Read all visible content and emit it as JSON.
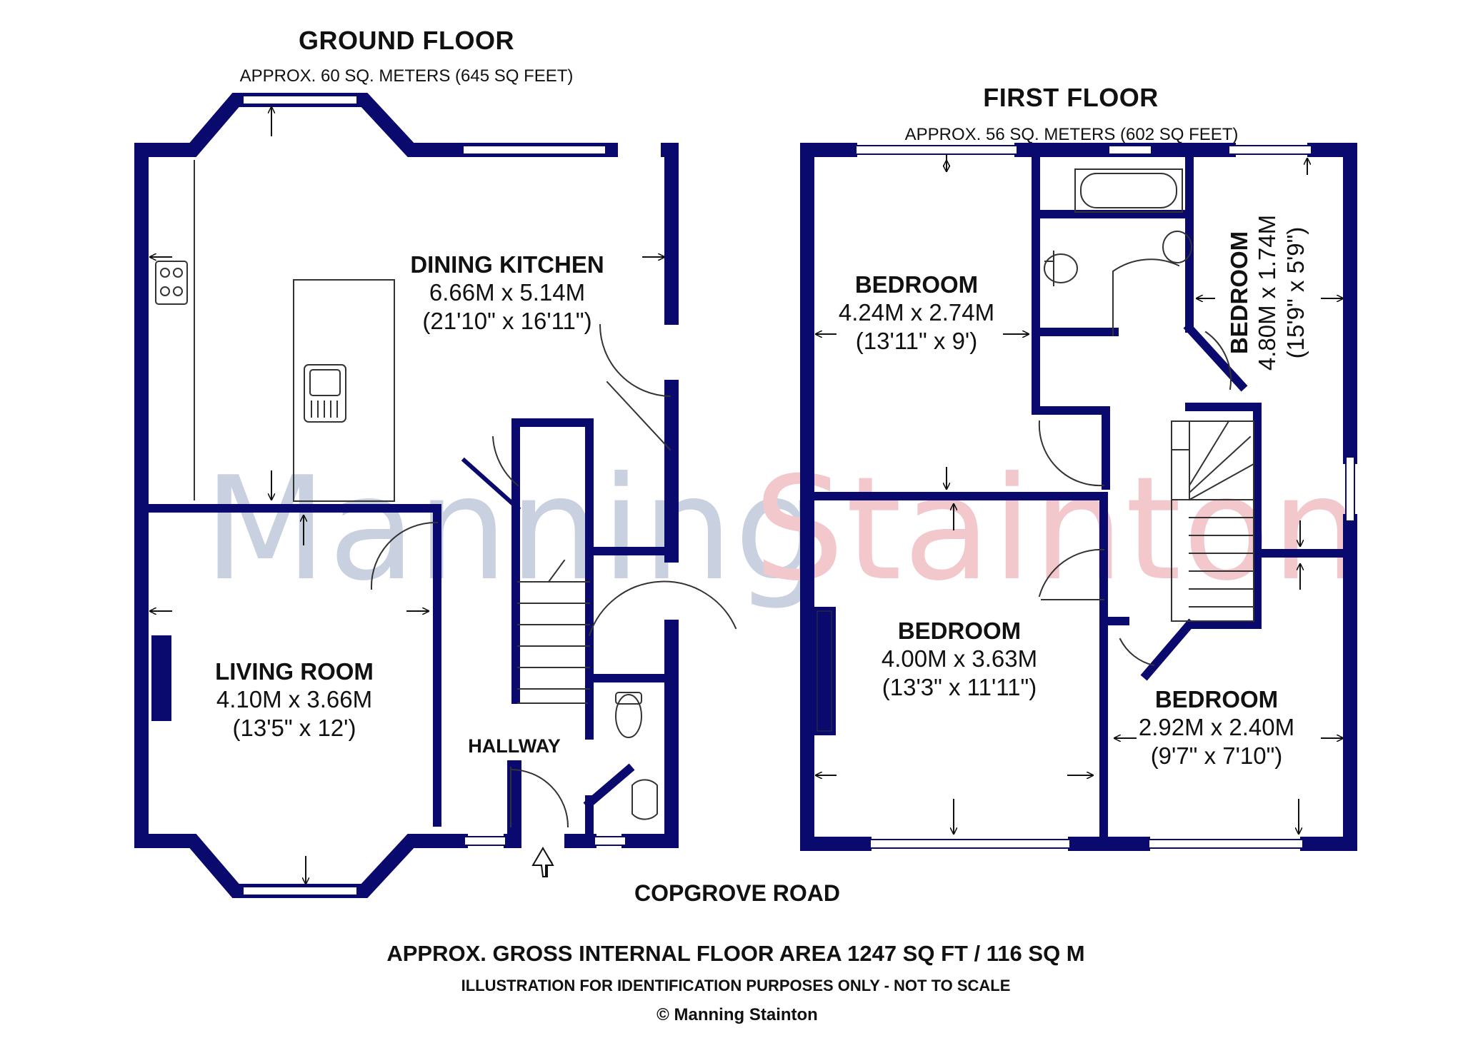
{
  "ground_floor": {
    "title": "GROUND FLOOR",
    "area": "APPROX. 60 SQ. METERS (645 SQ FEET)",
    "rooms": {
      "dining_kitchen": {
        "name": "DINING KITCHEN",
        "metric": "6.66M x 5.14M",
        "imperial": "(21'10\" x 16'11\")"
      },
      "living_room": {
        "name": "LIVING ROOM",
        "metric": "4.10M x 3.66M",
        "imperial": "(13'5\" x 12')"
      },
      "hallway": {
        "name": "HALLWAY"
      }
    }
  },
  "first_floor": {
    "title": "FIRST FLOOR",
    "area": "APPROX. 56 SQ. METERS (602 SQ FEET)",
    "rooms": {
      "bedroom_1": {
        "name": "BEDROOM",
        "metric": "4.24M x 2.74M",
        "imperial": "(13'11\" x 9')"
      },
      "bedroom_2": {
        "name": "BEDROOM",
        "metric": "4.80M x 1.74M",
        "imperial": "(15'9\" x 5'9\")"
      },
      "bedroom_3": {
        "name": "BEDROOM",
        "metric": "4.00M x 3.63M",
        "imperial": "(13'3\" x 11'11\")"
      },
      "bedroom_4": {
        "name": "BEDROOM",
        "metric": "2.92M x 2.40M",
        "imperial": "(9'7\" x 7'10\")"
      }
    }
  },
  "road": "COPGROVE ROAD",
  "gross_area": "APPROX. GROSS INTERNAL FLOOR AREA 1247 SQ FT / 116 SQ M",
  "disclaimer": "ILLUSTRATION FOR IDENTIFICATION PURPOSES ONLY - NOT TO SCALE",
  "copyright": "© Manning Stainton",
  "watermark": {
    "word1": "Manning",
    "word2": "Stainton"
  },
  "colors": {
    "wall": "#0a0a6e",
    "watermark1": "#c9d0e0",
    "watermark2": "#f2c8cc"
  }
}
